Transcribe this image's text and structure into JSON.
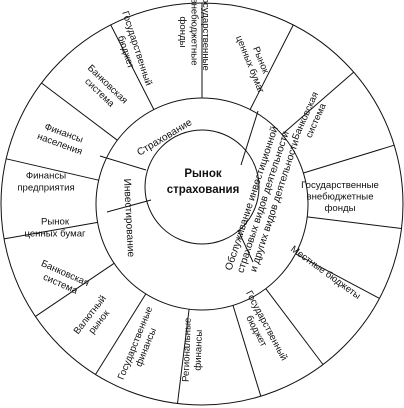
{
  "center": {
    "lines": [
      "Рынок",
      "страхования"
    ]
  },
  "ring": {
    "insurance": "Страхование",
    "investing": "Инвестирование",
    "service": [
      "Обслуживание инвестиционной",
      "страховых видов деятельности",
      "и других видов деятельности"
    ]
  },
  "segments": [
    {
      "lines": [
        "Государственные",
        "внебюджетные",
        "фонды"
      ]
    },
    {
      "lines": [
        "Рынок",
        "ценных бумаг"
      ]
    },
    {
      "lines": [
        "Банковская",
        "система"
      ]
    },
    {
      "lines": [
        "Государственные",
        "внебюджетные",
        "фонды"
      ]
    },
    {
      "lines": [
        "Местные бюджеты"
      ]
    },
    {
      "lines": [
        "Государственный",
        "бюджет"
      ]
    },
    {
      "lines": [
        "Региональные",
        "финансы"
      ]
    },
    {
      "lines": [
        "Государственные",
        "финансы"
      ]
    },
    {
      "lines": [
        "Валютный",
        "рынок"
      ]
    },
    {
      "lines": [
        "Банковская",
        "система"
      ]
    },
    {
      "lines": [
        "Рынок",
        "ценных бумаг"
      ]
    },
    {
      "lines": [
        "Финансы",
        "предприятия"
      ]
    },
    {
      "lines": [
        "Финансы",
        "населения"
      ]
    },
    {
      "lines": [
        "Банковская",
        "система"
      ]
    },
    {
      "lines": [
        "Государственный",
        "бюджет"
      ]
    }
  ]
}
